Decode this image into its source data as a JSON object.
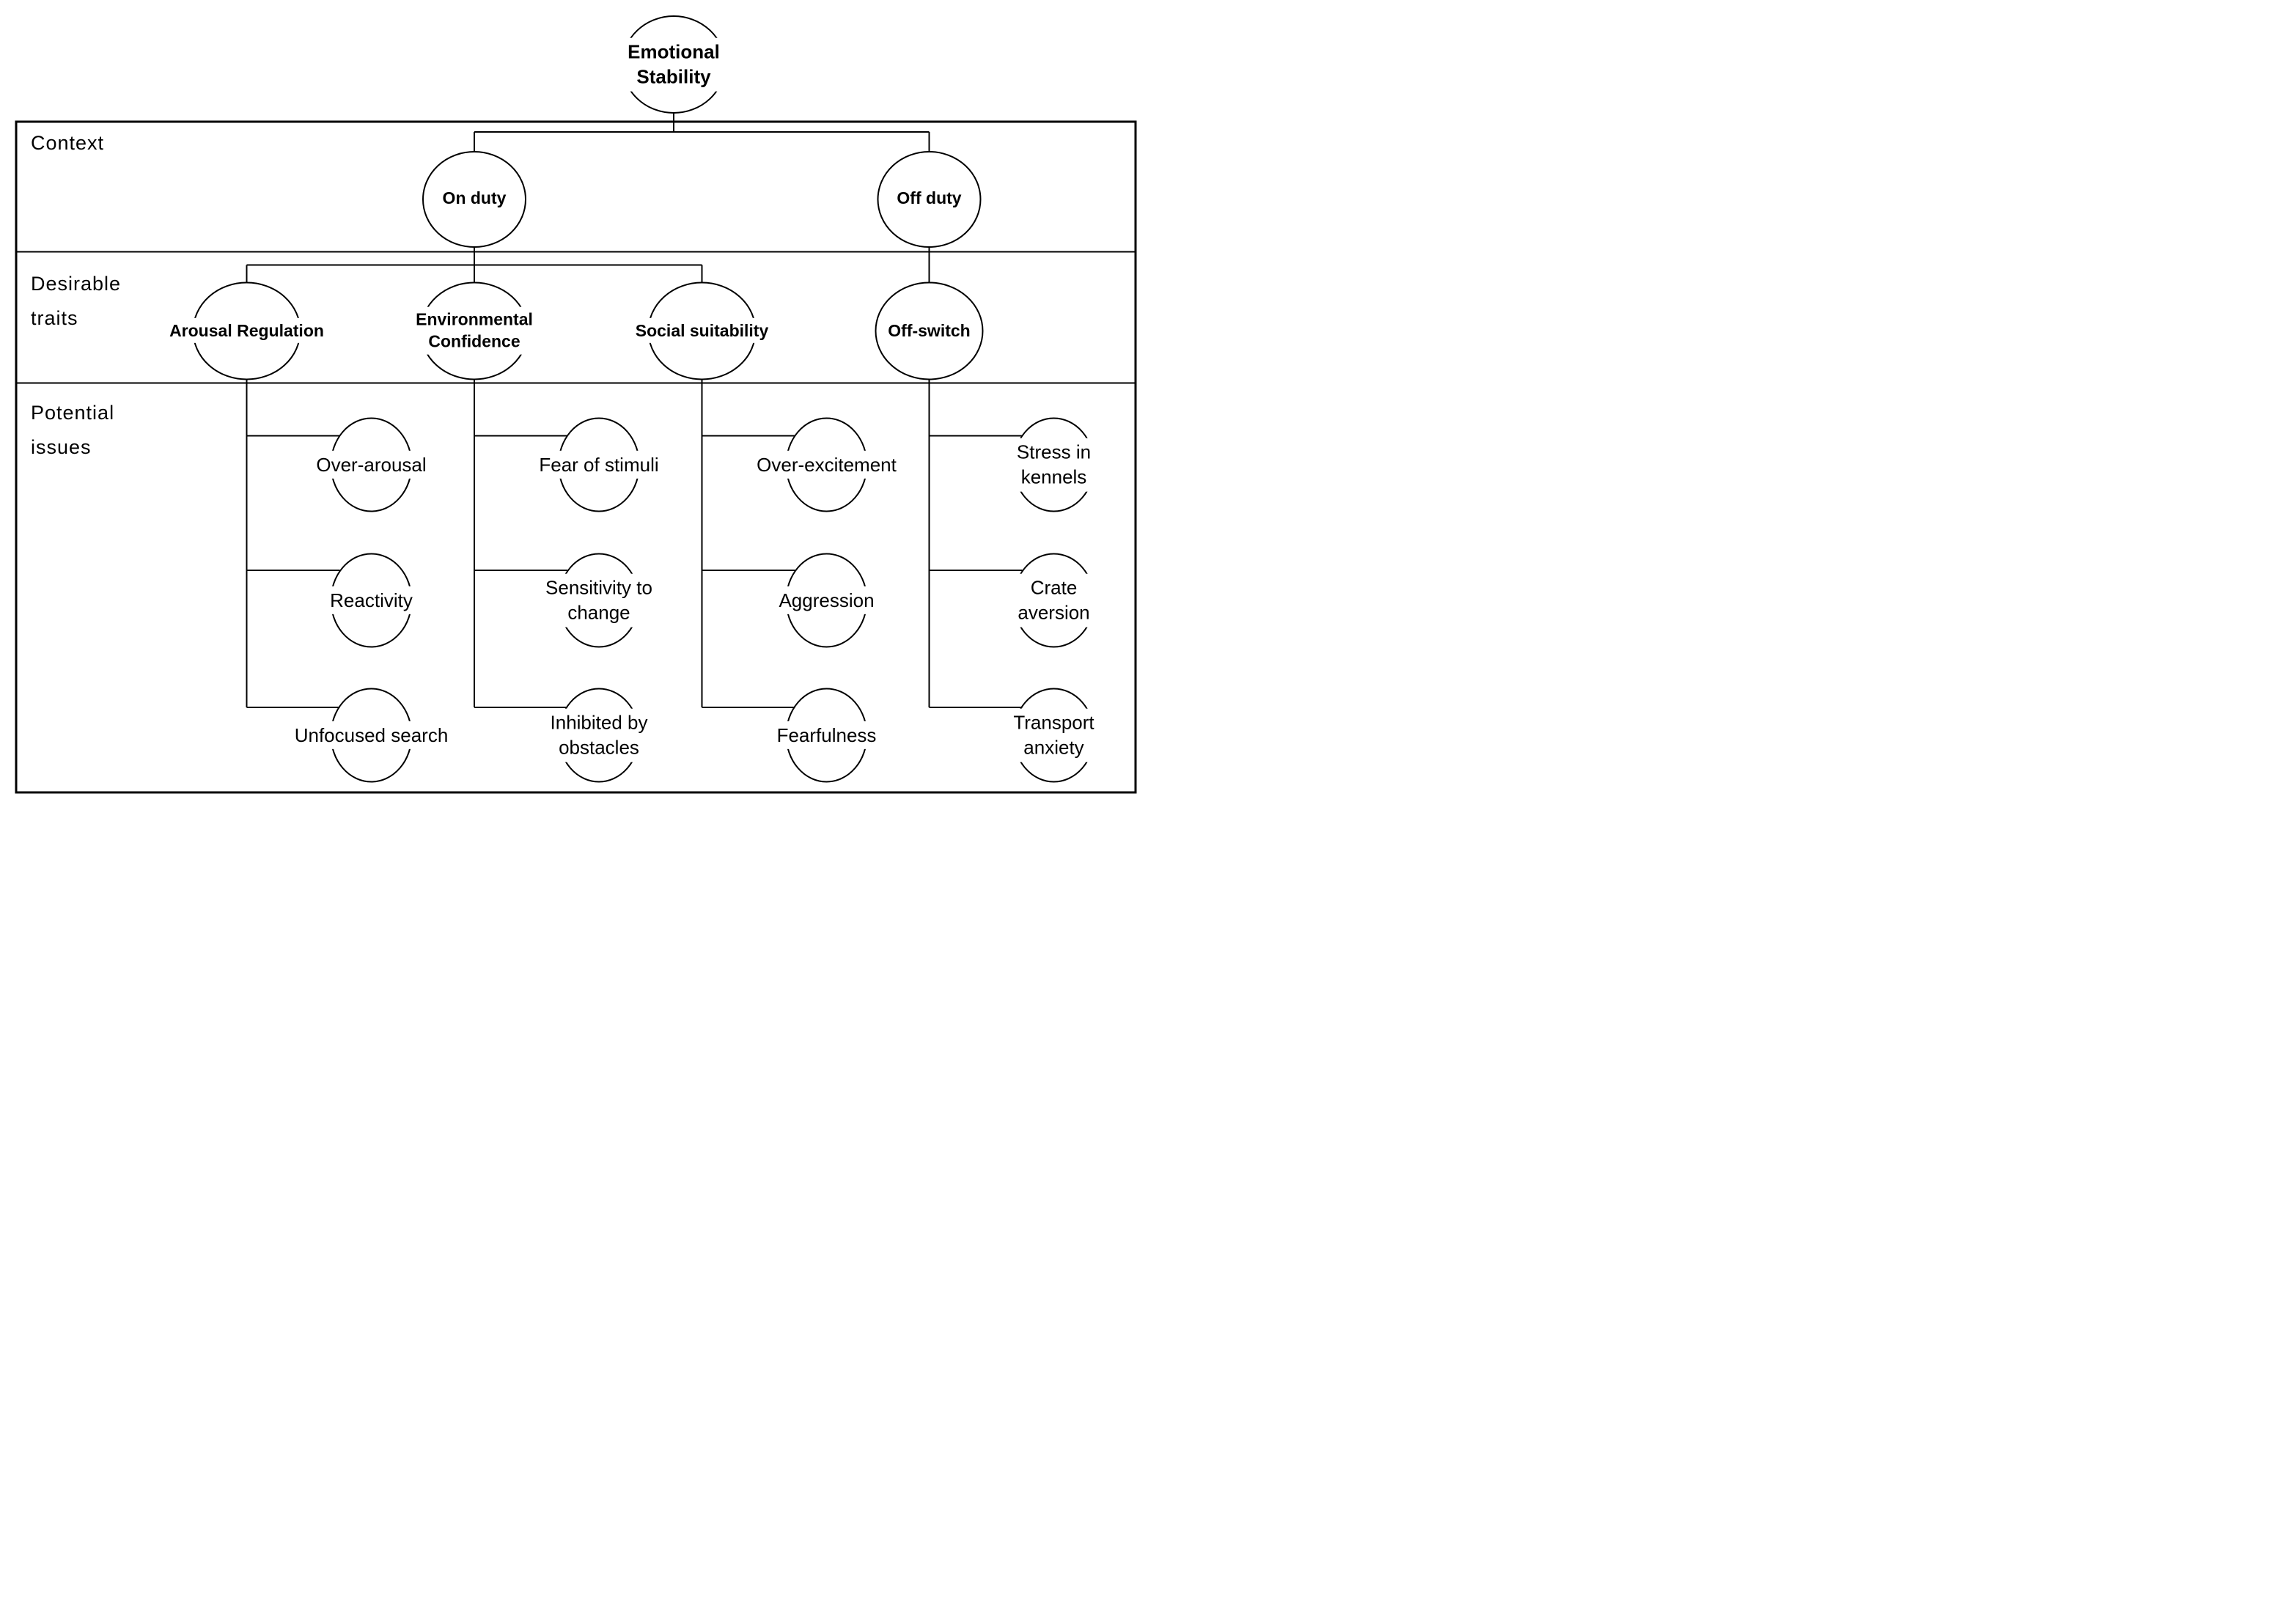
{
  "figure": {
    "background_color": "#ffffff",
    "line_color": "#000000",
    "root": {
      "label": "Emotional\nStability"
    },
    "row_headers": [
      {
        "label": "Context"
      },
      {
        "label": "Desirable\ntraits"
      },
      {
        "label": "Potential\nissues"
      }
    ],
    "contexts": [
      {
        "label": "On duty"
      },
      {
        "label": "Off duty"
      }
    ],
    "traits": [
      {
        "label": "Arousal Regulation",
        "parent": "On duty",
        "issues": [
          "Over-arousal",
          "Reactivity",
          "Unfocused search"
        ]
      },
      {
        "label": "Environmental\nConfidence",
        "parent": "On duty",
        "issues": [
          "Fear of stimuli",
          "Sensitivity to\nchange",
          "Inhibited by\nobstacles"
        ]
      },
      {
        "label": "Social suitability",
        "parent": "On duty",
        "issues": [
          "Over-excitement",
          "Aggression",
          "Fearfulness"
        ]
      },
      {
        "label": "Off-switch",
        "parent": "Off duty",
        "issues": [
          "Stress in kennels",
          "Crate aversion",
          "Transport anxiety"
        ]
      }
    ]
  }
}
